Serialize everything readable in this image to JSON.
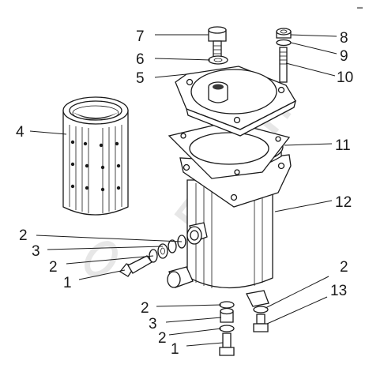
{
  "corner_mark": "▬",
  "watermark": "БИЗОН",
  "callouts": [
    {
      "id": "c7",
      "text": "7"
    },
    {
      "id": "c6",
      "text": "6"
    },
    {
      "id": "c5",
      "text": "5"
    },
    {
      "id": "c8",
      "text": "8"
    },
    {
      "id": "c9",
      "text": "9"
    },
    {
      "id": "c10",
      "text": "10"
    },
    {
      "id": "c4",
      "text": "4"
    },
    {
      "id": "c11",
      "text": "11"
    },
    {
      "id": "c12",
      "text": "12"
    },
    {
      "id": "c2a",
      "text": "2"
    },
    {
      "id": "c3a",
      "text": "3"
    },
    {
      "id": "c2b",
      "text": "2"
    },
    {
      "id": "c1a",
      "text": "1"
    },
    {
      "id": "c2c",
      "text": "2"
    },
    {
      "id": "c13",
      "text": "13"
    },
    {
      "id": "c2d",
      "text": "2"
    },
    {
      "id": "c3b",
      "text": "3"
    },
    {
      "id": "c2e",
      "text": "2"
    },
    {
      "id": "c1b",
      "text": "1"
    }
  ]
}
